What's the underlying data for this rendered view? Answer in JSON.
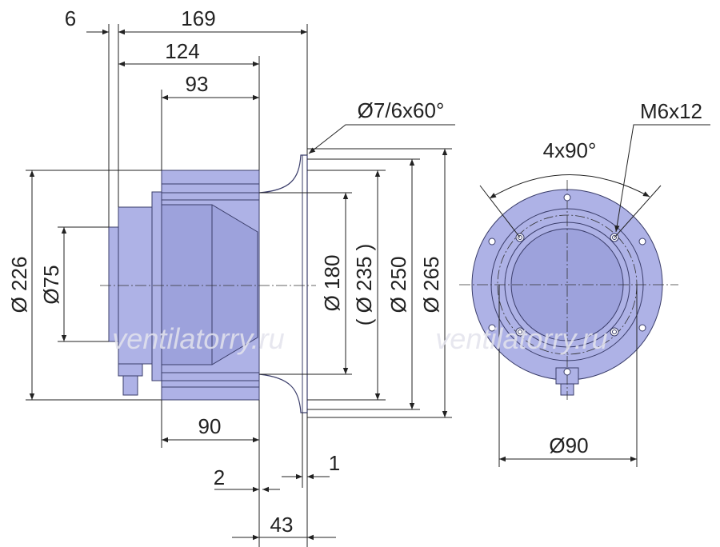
{
  "colors": {
    "body_fill": "#aeb2e6",
    "body_fill_dark": "#9da2dc",
    "outline": "#3a3d6a",
    "dim_line": "#222222",
    "watermark": "#e6e6ee"
  },
  "side_view": {
    "dim_6": "6",
    "dim_169": "169",
    "dim_124": "124",
    "dim_93": "93",
    "dim_226": "Ø 226",
    "dim_75": "Ø75",
    "dim_180": "Ø 180",
    "dim_235": "( Ø 235 )",
    "dim_250": "Ø 250",
    "dim_265": "Ø 265",
    "dim_90": "90",
    "dim_2": "2",
    "dim_1": "1",
    "dim_43": "43",
    "hole_callout": "Ø7/6x60°"
  },
  "front_view": {
    "angle_label": "4x90°",
    "thread_label": "M6x12",
    "dim_90": "Ø90"
  },
  "watermarks": [
    "ventilatorry.ru",
    "ventilatorry.ru"
  ]
}
